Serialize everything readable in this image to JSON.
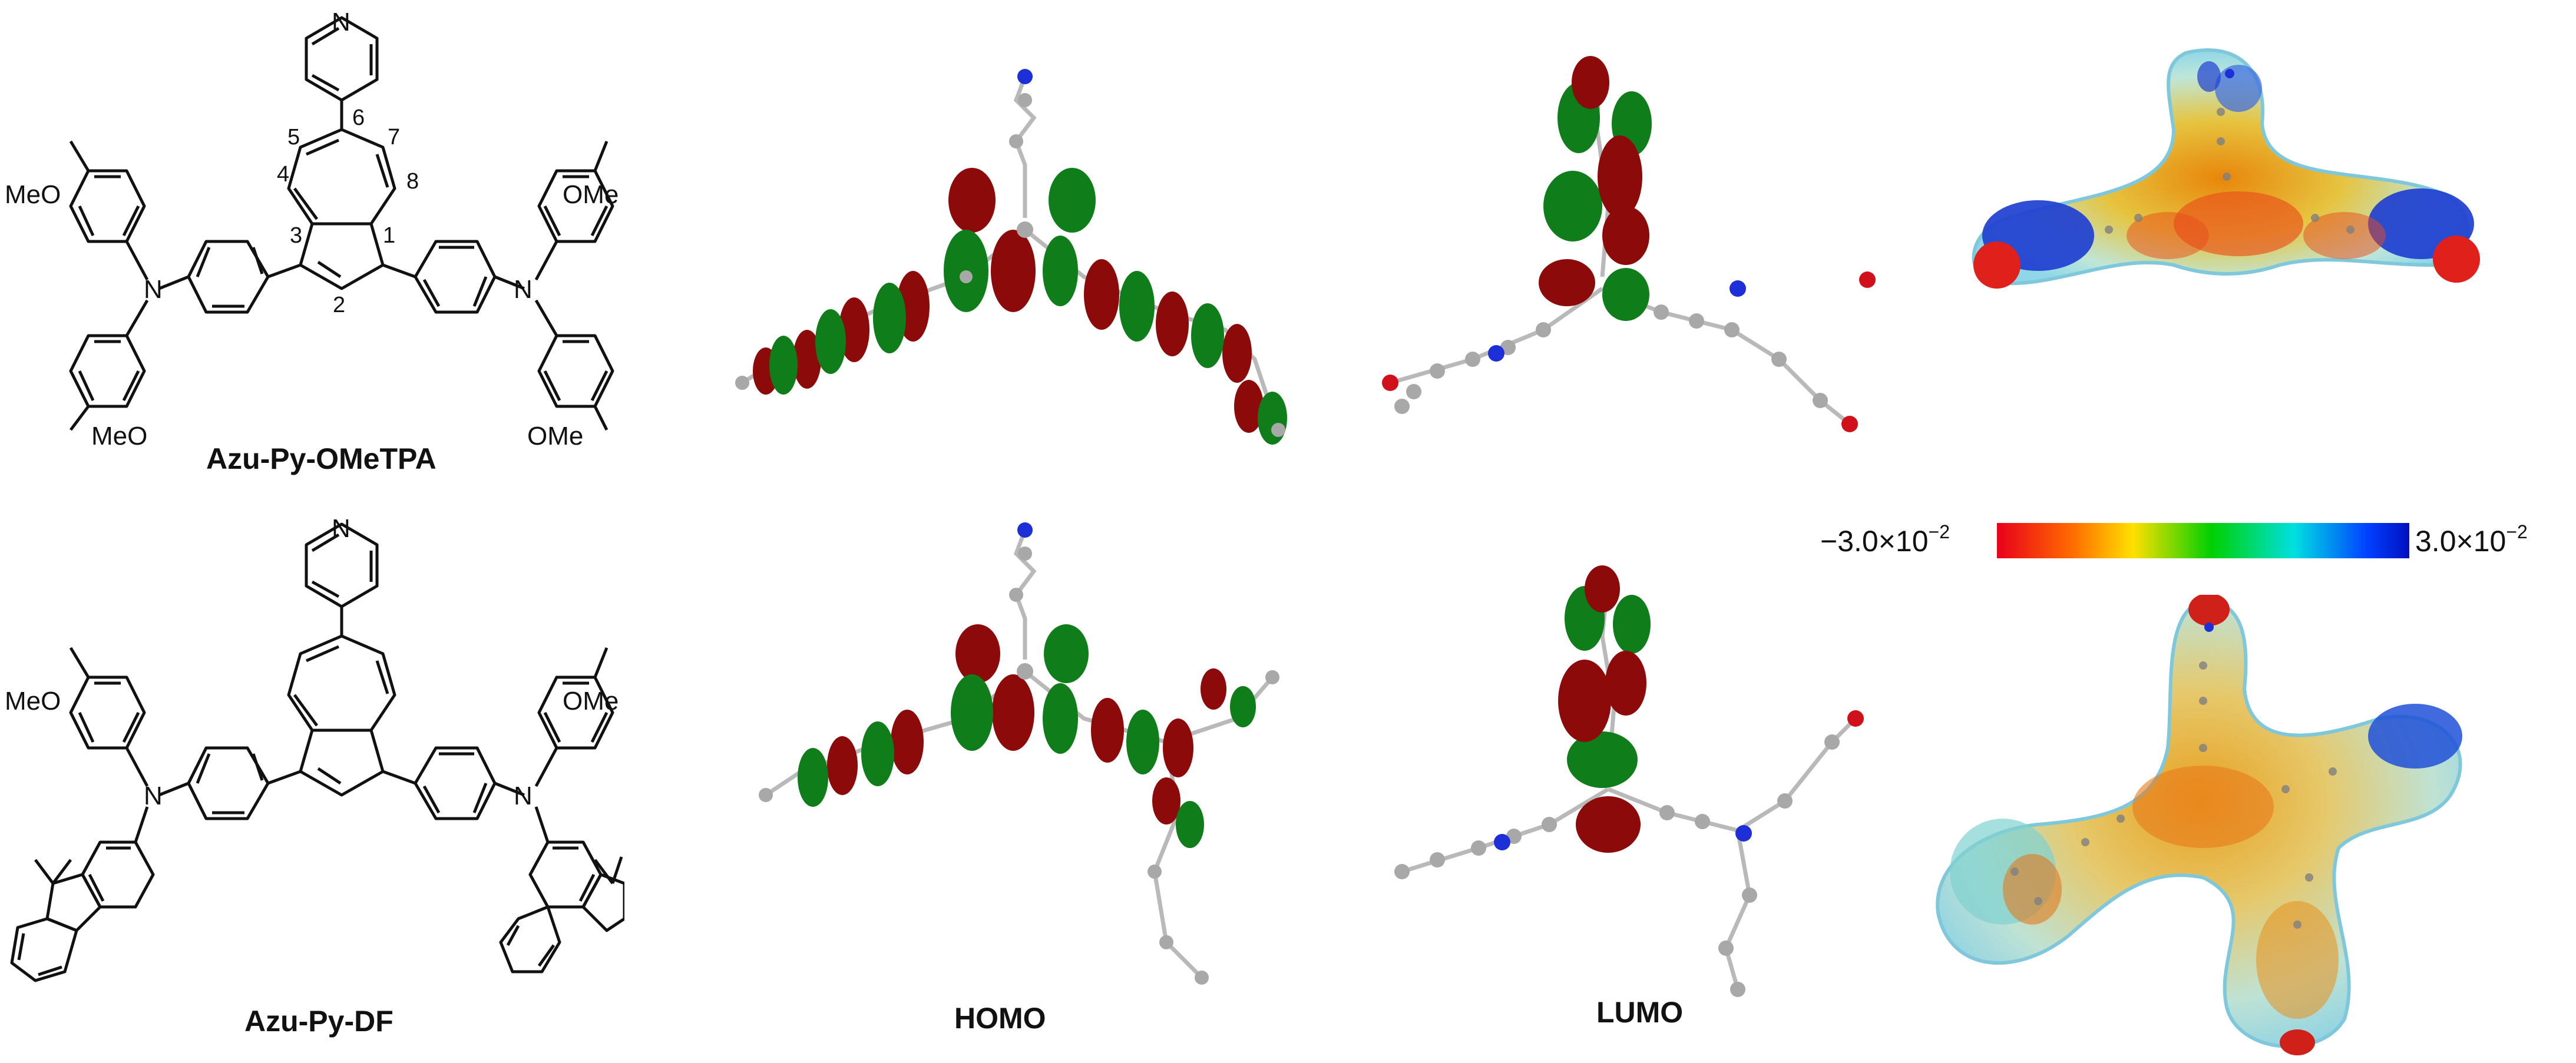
{
  "figure": {
    "molecules": [
      {
        "id": "azu-py-ometpa",
        "name": "Azu-Py-OMeTPA",
        "substituents": [
          "MeO",
          "OMe",
          "MeO",
          "OMe"
        ],
        "atom_numbers": [
          "1",
          "2",
          "3",
          "4",
          "5",
          "6",
          "7",
          "8"
        ],
        "heteroatoms": [
          "N",
          "N",
          "N"
        ]
      },
      {
        "id": "azu-py-df",
        "name": "Azu-Py-DF",
        "substituents": [
          "MeO",
          "OMe"
        ],
        "heteroatoms": [
          "N",
          "N",
          "N"
        ]
      }
    ],
    "columns": {
      "homo": "HOMO",
      "lumo": "LUMO"
    },
    "esp_scale": {
      "min": "−3.0×10",
      "min_exp": "−2",
      "max": "3.0×10",
      "max_exp": "−2",
      "gradient_colors": [
        "#e8001a",
        "#ff6a00",
        "#ffe000",
        "#00d000",
        "#00e0e0",
        "#0040ff",
        "#0010c0"
      ]
    },
    "colors": {
      "orbital_positive": "#0f7d1a",
      "orbital_negative": "#8c0a0a",
      "carbon_atom": "#9a9a9a",
      "nitrogen_atom": "#1d2fd6",
      "oxygen_atom": "#d0101a"
    }
  }
}
